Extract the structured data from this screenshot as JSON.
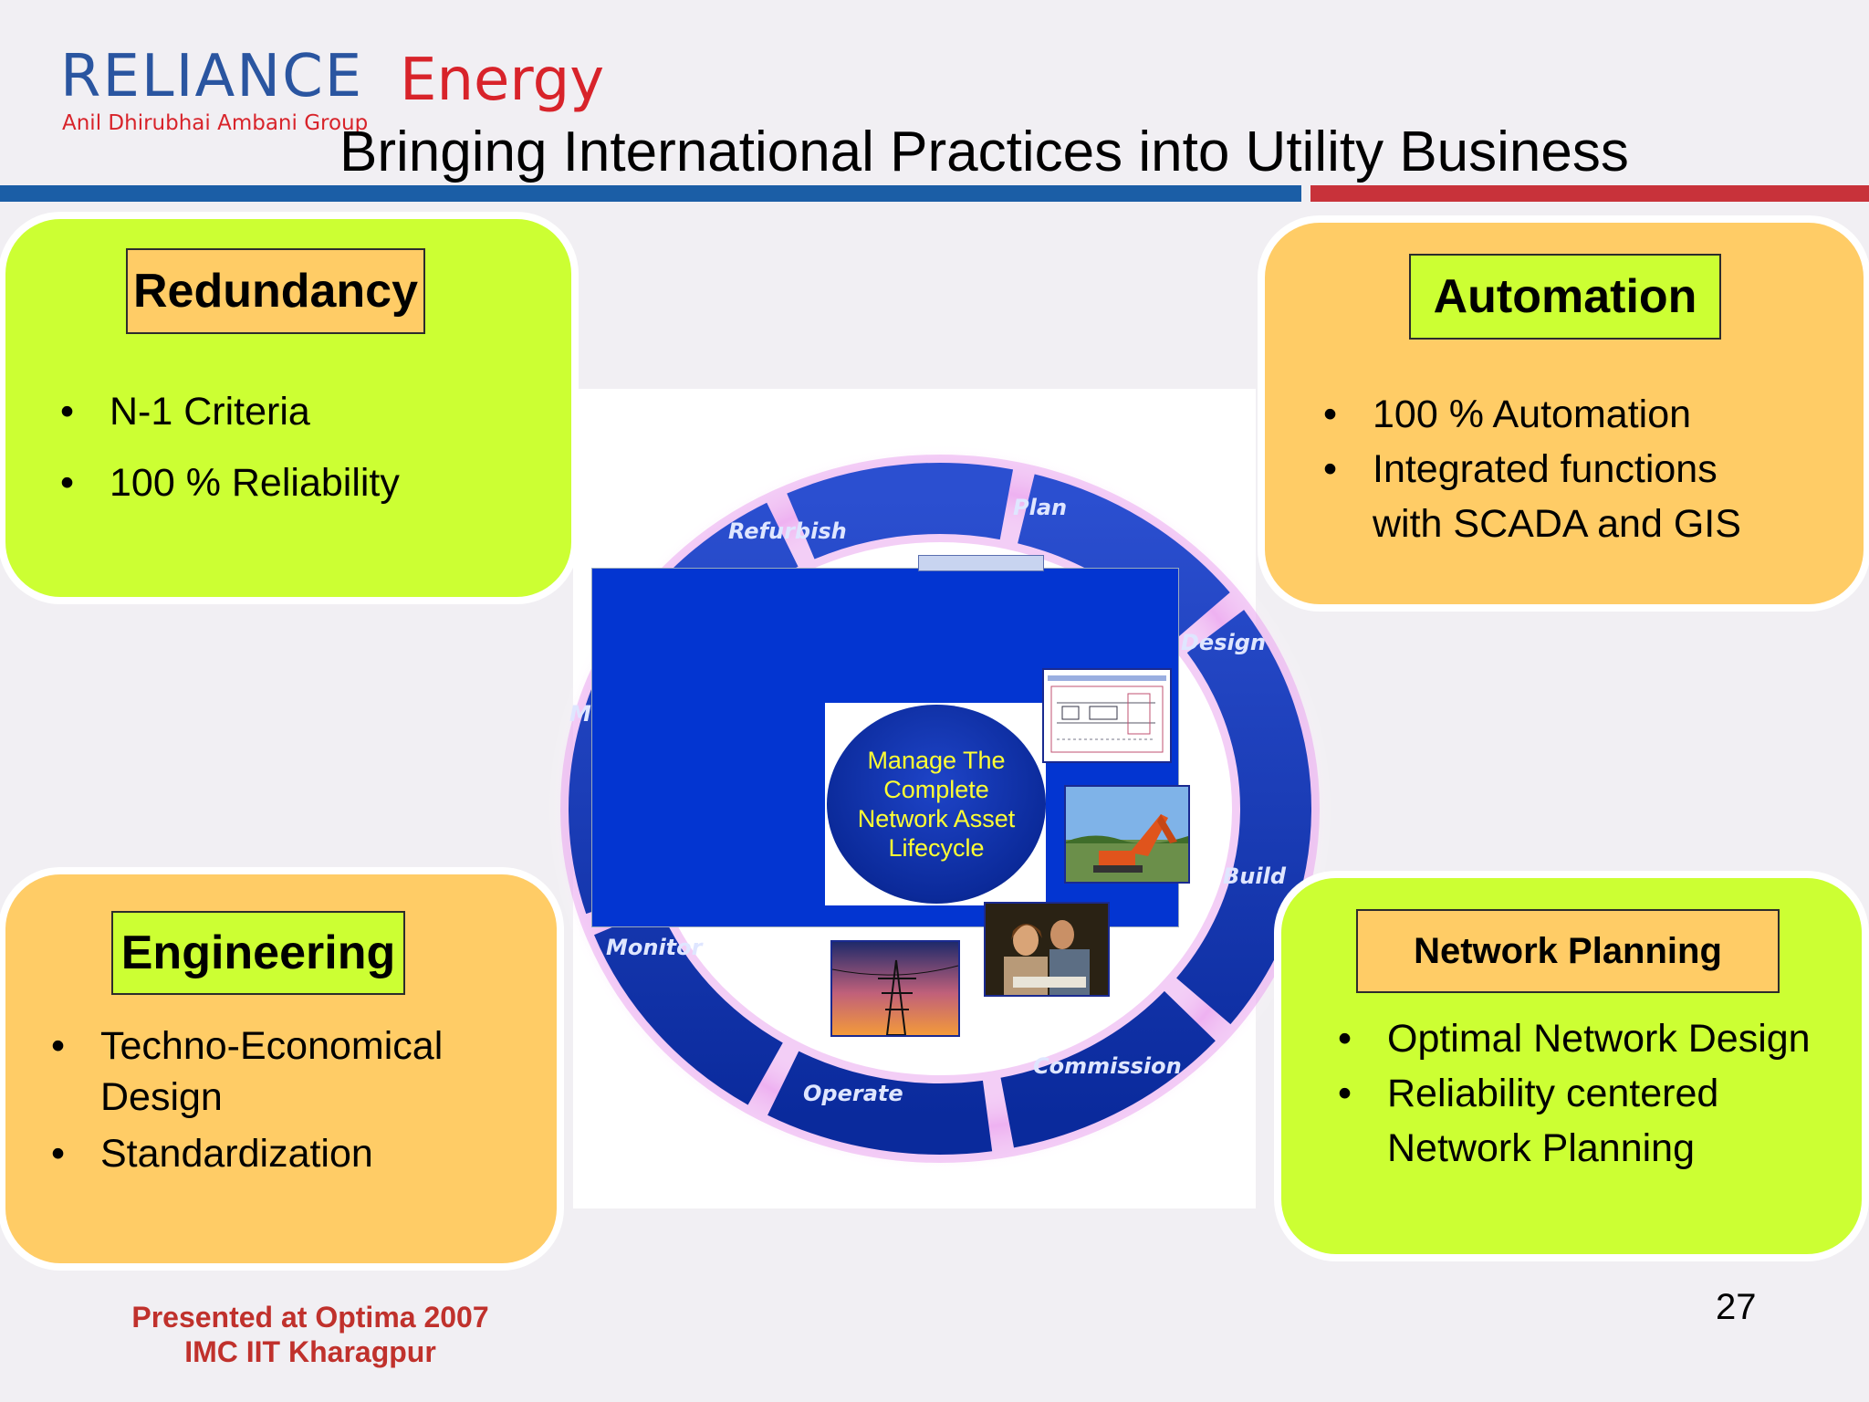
{
  "header": {
    "logo_reliance": "RELIANCE",
    "logo_energy": "Energy",
    "logo_group": "Anil Dhirubhai Ambani Group",
    "title": "Bringing International Practices into Utility Business"
  },
  "boxes": {
    "redundancy": {
      "title": "Redundancy",
      "items": [
        "N-1 Criteria",
        "100 % Reliability"
      ]
    },
    "automation": {
      "title": "Automation",
      "items": [
        "100 % Automation",
        "Integrated functions with SCADA and GIS"
      ]
    },
    "engineering": {
      "title": "Engineering",
      "items": [
        "Techno-Economical Design",
        "Standardization"
      ]
    },
    "network_planning": {
      "title": "Network Planning",
      "items": [
        "Optimal Network Design",
        "Reliability centered Network Planning"
      ]
    }
  },
  "cycle": {
    "center_text": "Manage The Complete Network Asset Lifecycle",
    "stages": {
      "plan": "Plan",
      "design": "Design",
      "build": "Build",
      "commission": "Commission",
      "operate": "Operate",
      "monitor": "Monitor",
      "maintain_partial": "M",
      "refurbish": "Refurbish"
    },
    "images": [
      "network-drawing",
      "excavator-photo",
      "engineers-photo",
      "power-tower-sunset-photo"
    ]
  },
  "footer": {
    "line1": "Presented at Optima 2007",
    "line2": "IMC IIT Kharagpur",
    "page_number": "27"
  },
  "colors": {
    "lime": "#ccff33",
    "orange": "#ffcc66",
    "brand_blue": "#2a55a0",
    "brand_red": "#d8232a",
    "cycle_blue": "#0335d1"
  }
}
